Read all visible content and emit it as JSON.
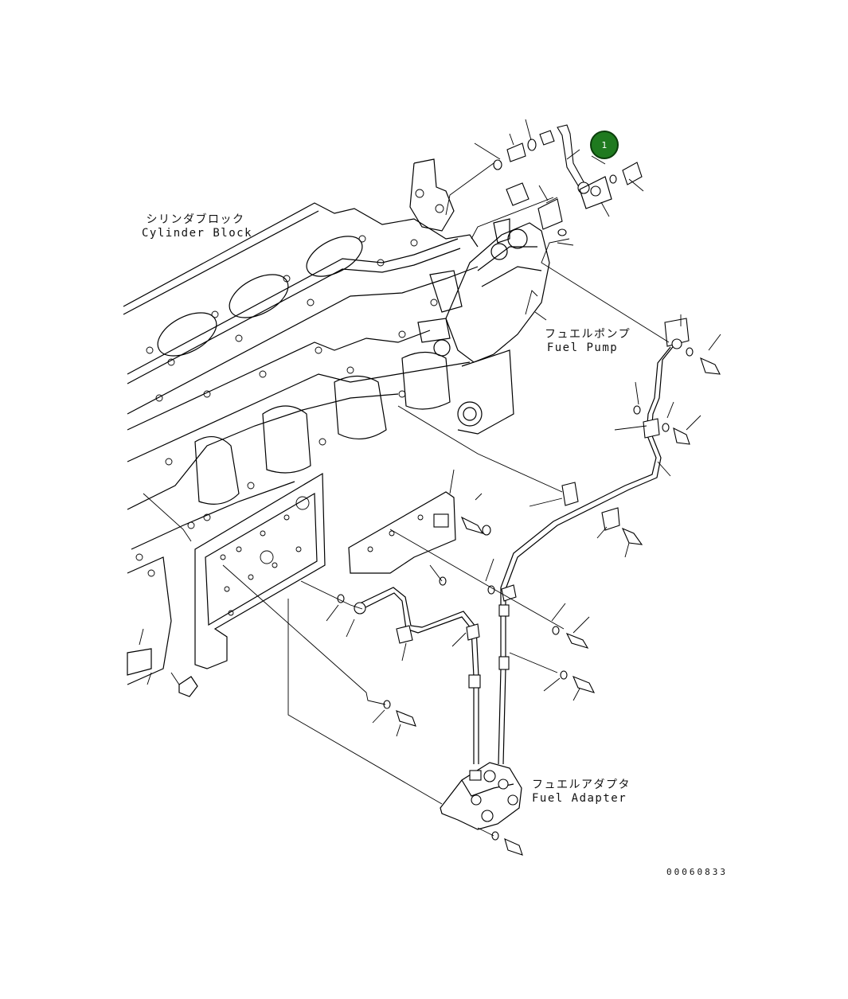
{
  "diagram": {
    "labels": {
      "cylinder_block_jp": "シリンダブロック",
      "cylinder_block_en": "Cylinder Block",
      "fuel_pump_jp": "フュエルポンプ",
      "fuel_pump_en": "Fuel Pump",
      "fuel_adapter_jp": "フュエルアダプタ",
      "fuel_adapter_en": "Fuel Adapter"
    },
    "callouts": [
      {
        "number": "1",
        "color": "#1f7a1f"
      }
    ],
    "figure_number": "00060833"
  }
}
